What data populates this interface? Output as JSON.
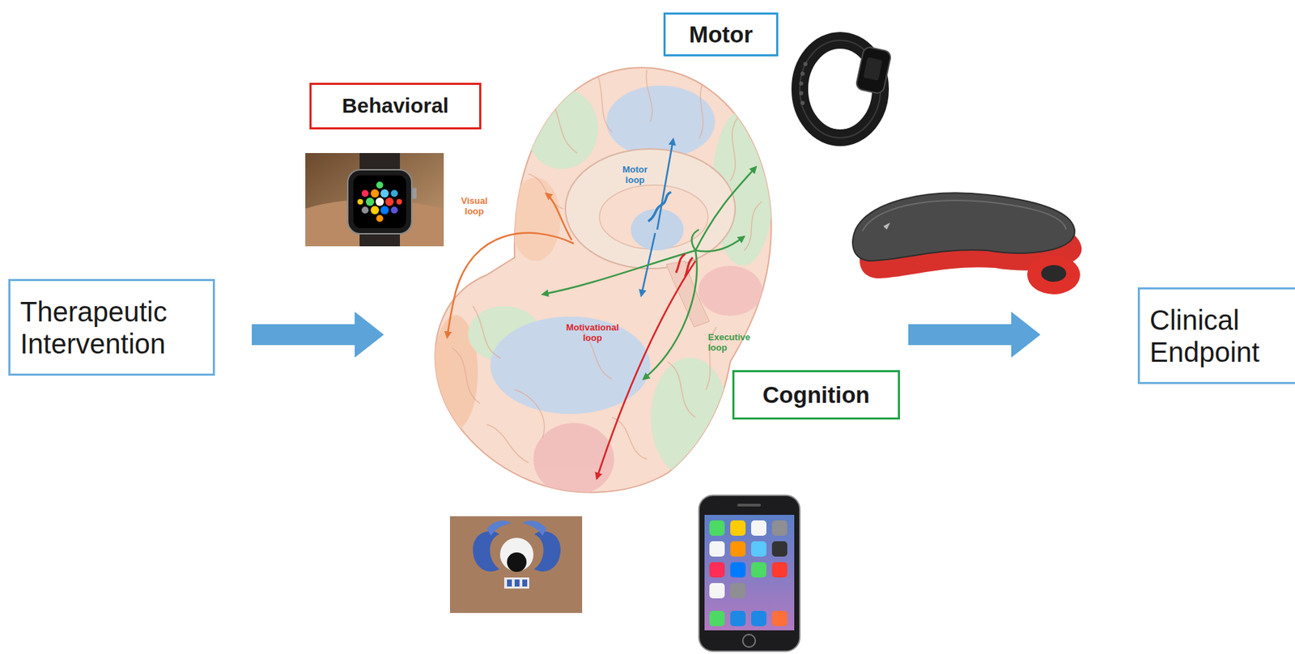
{
  "diagram": {
    "nodes": [
      {
        "text": [
          "Therapeutic Intervention"
        ]
      },
      {
        "text": [
          "Behavioral"
        ]
      },
      {
        "text": [
          "Motor"
        ]
      },
      {
        "text": [
          "Cognition"
        ]
      },
      {
        "text": [
          "Clinical Endpoint"
        ]
      }
    ],
    "labels": [
      "Visual loop",
      "Motor loop",
      "Motivational loop",
      "Executive loop"
    ]
  }
}
